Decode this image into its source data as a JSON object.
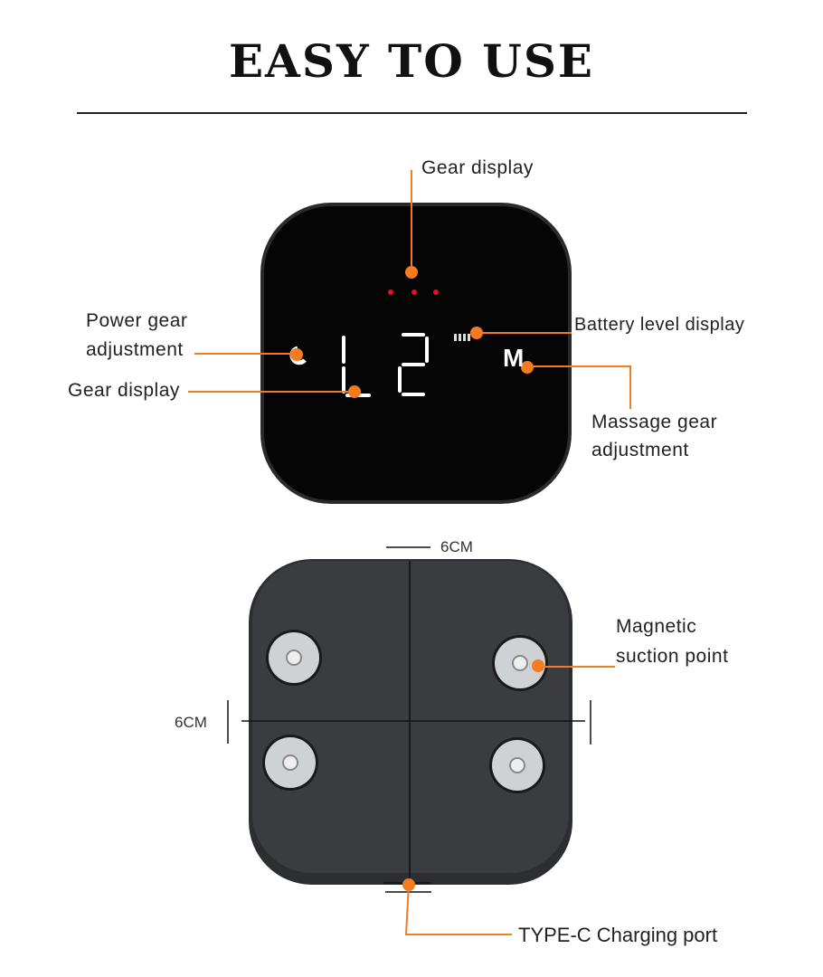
{
  "header": {
    "title": "EASY TO USE"
  },
  "front_view": {
    "display": {
      "gear_level": "L2",
      "mode_key": "M"
    },
    "callouts": {
      "gear_display_top": "Gear display",
      "power_gear_line1": "Power gear",
      "power_gear_line2": "adjustment",
      "gear_display_left": "Gear display",
      "battery_level": "Battery level display",
      "massage_gear_line1": "Massage gear",
      "massage_gear_line2": "adjustment"
    }
  },
  "back_view": {
    "width_label": "6CM",
    "height_label": "6CM",
    "callouts": {
      "magnetic_line1": "Magnetic",
      "magnetic_line2": "suction point",
      "type_c": "TYPE-C Charging port"
    }
  },
  "colors": {
    "accent": "#f47b20",
    "indicator": "#e8101a",
    "device_front": "#050505",
    "device_back": "#3b3c3f"
  }
}
